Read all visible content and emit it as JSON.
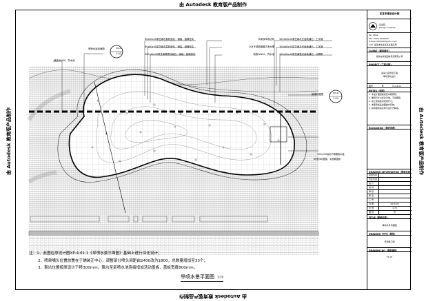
{
  "watermark": {
    "top": "由 Autodesk 教育版产品制作",
    "bottom": "由 Autodesk 教育版产品制作",
    "left": "由 Autodesk 教育版产品制作",
    "right": "由 Autodesk 教育版产品制作"
  },
  "callouts_top_left": [
    "80x80x30厚芝麻灰荔枝面石，铺装，缝隙密实",
    "80x80x30厚芝麻灰荔枝面石，铺装，缝隙密实",
    "300x80x30厚芝麻黑荔枝面石，铺装，缝隙密实"
  ],
  "callouts_top_mid": [
    "水景驳岸收边线",
    "304不锈钢镀膜式收水槽",
    "喷泉WN00，异水池"
  ],
  "callouts_top_right": [
    "300x80x30厚芝麻灰光面地铺石，工字铺",
    "300x80x30厚芝麻灰光面地铺石，工字铺",
    "300x80x30厚芝麻黑光面地铺石，分隔带"
  ],
  "callouts_left": {
    "fountain": "喷泉WN00，异水池",
    "section_ref": "旱喷水景剖面图",
    "section_id": "PXLD",
    "section_sheet": "1.03"
  },
  "callouts_right": {
    "section_ref": "景观剖面图",
    "section_id": "PXLD",
    "section_sheet": "1.04",
    "detail_1": "150x150高出不锈钢收水盖",
    "detail_2": "80宽浮动盖板，毛面钢盖板"
  },
  "notes": {
    "prefix": "注：",
    "items": [
      "1、此图在原设计图XP-4.01.1《旱喷水景平面图》基础上进行深化设计；",
      "2、喷泉嘴头位置放置在于铺装正中心，调整部分喷头间距由2400改为1800，总数量增加至33个；",
      "3、泵坑位置按原设计下移300mm，泵坑至旱喷水池连接增加活动盖板，盖板宽度800mm。"
    ]
  },
  "drawing_title": {
    "text": "旱喷水景平面图",
    "scale": "1:70"
  },
  "title_block": {
    "company": "某某市规划设计院",
    "logo_name": "某某院",
    "logo_sub": "Design Institute",
    "contact": [
      "Tel: 0000",
      "Fax: 0000-0000000",
      "E-mail: 0000000@xxx.com",
      "Add: 某某市某某区某某路某号"
    ],
    "client_label": "CLIENT（建设单位）",
    "client_value": "某某市某某园林景观有限公司",
    "project_label": "PROJECT（工程名称）",
    "project_value": "某某公园景观工程",
    "project_sub": "旱喷深化设计",
    "sheet_no_label": "图号",
    "sheet_no_value": "YS-02-01",
    "notes_label": "NOTES（说明）",
    "notes_lines": [
      "1. 本设计图纸版权归本院所有。",
      "2. 图纸尺寸以标注为准，不得量取。",
      "3. 施工前请核对现场尺寸。",
      "4. 本图须加盖出图章方有效。",
      "5. 如有疑问请及时与设计方联系。"
    ],
    "explanation_label": "Explanation（修改说明）",
    "drawing_info_label": "DRAWING INFORMATION（图纸信息）",
    "info_rows": [
      [
        "项目负责",
        ""
      ],
      [
        "专业负责",
        ""
      ],
      [
        "设  计",
        ""
      ],
      [
        "校  对",
        ""
      ],
      [
        "审  核",
        ""
      ],
      [
        "审  定",
        ""
      ],
      [
        "工  号",
        ""
      ],
      [
        "日  期",
        "2016.05"
      ],
      [
        "比  例",
        "1:70"
      ],
      [
        "图  别",
        "景"
      ]
    ],
    "title_label": "TITLE（图纸名称）",
    "title_value": "旱喷水景平面图",
    "drawing_type_label": "DRAWING TYPE（图别）",
    "drawing_type_value": "景观施工图",
    "drawing_no_label": "DRAWING NO（图纸编号）",
    "drawing_no_value": "YS-02"
  }
}
